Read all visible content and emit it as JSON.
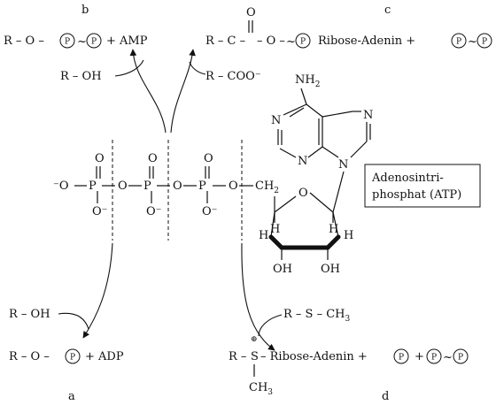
{
  "colors": {
    "ink": "#111111",
    "background": "#ffffff"
  },
  "labels": {
    "a": "a",
    "b": "b",
    "c": "c",
    "d": "d"
  },
  "reaction_b": {
    "product": "R – O –",
    "p1": "P",
    "tilde": "~",
    "p2": "P",
    "plus_amp": "+ AMP",
    "substrate": "R – OH"
  },
  "reaction_c": {
    "product_r": "R – C –",
    "carbonyl_o": "O",
    "ester_o": "– O –",
    "tilde": "~",
    "p": "P",
    "substrate": "R – COO⁻",
    "side": "Ribose-Adenin +",
    "pp1": "P",
    "pp2": "P"
  },
  "reaction_a": {
    "substrate": "R – OH",
    "product": "R – O –",
    "p": "P",
    "plus_adp": "+ ADP"
  },
  "reaction_d": {
    "substrate": "R – S – CH",
    "substrate_sub": "3",
    "product_r": "R –",
    "s": "S",
    "charge": "⊕",
    "ribose": "– Ribose-Adenin +",
    "p1": "P",
    "plus": "+",
    "p2": "P",
    "tilde": "~",
    "p3": "P",
    "methyl": "CH",
    "methyl_sub": "3"
  },
  "atp": {
    "o_minus": "⁻O",
    "p": "P",
    "o": "O",
    "o_neg": "O⁻",
    "ch2": "CH",
    "ch2_sub": "2",
    "h": "H",
    "oh": "OH",
    "nh2": "NH",
    "nh2_sub": "2",
    "n": "N",
    "box_line1": "Adenosintri-",
    "box_line2": "phosphat (ATP)"
  }
}
